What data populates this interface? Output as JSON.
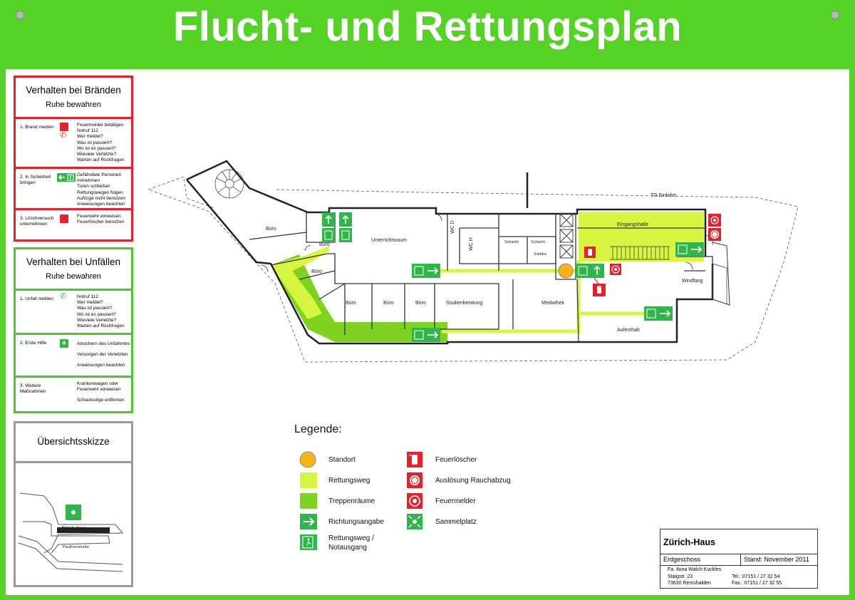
{
  "title": "Flucht- und Rettungsplan",
  "fire_panel": {
    "heading": "Verhalten bei Bränden",
    "subheading": "Ruhe bewahren",
    "steps": [
      {
        "label": "1. Brand melden",
        "text": [
          "Feuermelder betätigen",
          "Notruf 112",
          "Wer meldet?",
          "Was ist passiert?",
          "Wo ist es passiert?",
          "Wieviele Verletzte?",
          "Warten auf Rückfragen"
        ]
      },
      {
        "label": "2. In Sicherheit bringen",
        "text": [
          "Gefährdete Personen",
          "mitnehmen",
          "Türen schließen",
          "Rettungswegen folgen",
          "Aufzüge nicht benutzen",
          "Anweisungen beachten"
        ]
      },
      {
        "label": "3. Löschversuch unternehmen",
        "text": [
          "Feuerwehr einweisen",
          "Feuerlöscher benutzen"
        ]
      }
    ]
  },
  "accident_panel": {
    "heading": "Verhalten bei Unfällen",
    "subheading": "Ruhe bewahren",
    "steps": [
      {
        "label": "1. Unfall melden",
        "text": [
          "Notruf 112",
          "Wer meldet?",
          "Was ist passiert?",
          "Wo ist es passiert?",
          "Wieviele Verletzte?",
          "Warten auf Rückfragen"
        ]
      },
      {
        "label": "2. Erste Hilfe",
        "text": [
          "Absichern des Unfallortes",
          "Versorgen der Verletzten",
          "Anweisungen beachten"
        ]
      },
      {
        "label": "3. Weitere Maßnahmen",
        "text": [
          "Krankenwagen oder",
          "Feuerwehr einweisen",
          "Schaulustige entfernen"
        ]
      }
    ]
  },
  "overview_panel": {
    "heading": "Übersichtsskizze",
    "building_label": "Zürich-Haus",
    "street_label": "Paulinenstraße"
  },
  "rooms": {
    "buero": "Büro",
    "unterrichtsraum": "Unterrichtsraum",
    "wc_d": "WC D",
    "wc_h": "WC H",
    "schacht": "Schacht",
    "elektro": "Elektro",
    "eingangshalle": "Eingangshalle",
    "tg_einfahrt": "TG Einfahrt",
    "windfang": "Windfang",
    "studienberatung": "Studienberatung",
    "mediathek": "Mediathek",
    "aufenthalt": "Aufenthalt"
  },
  "legend": {
    "heading": "Legende:",
    "items": [
      {
        "label": "Standort",
        "color": "#f7b418"
      },
      {
        "label": "Rettungsweg",
        "color": "#d8f542"
      },
      {
        "label": "Treppenräume",
        "color": "#7ed321"
      },
      {
        "label": "Richtungsangabe",
        "icon": "arrow-right-icon"
      },
      {
        "label": "Rettungsweg /",
        "label2": "Notausgang",
        "icon": "emergency-exit-icon"
      },
      {
        "label": "Feuerlöscher",
        "icon": "fire-extinguisher-icon"
      },
      {
        "label": "Auslösung Rauchabzug",
        "icon": "smoke-vent-icon"
      },
      {
        "label": "Feuermelder",
        "icon": "fire-alarm-icon"
      },
      {
        "label": "Sammelplatz",
        "icon": "assembly-point-icon"
      }
    ]
  },
  "title_block": {
    "building": "Zürich-Haus",
    "floor": "Erdgeschoss",
    "date": "Stand: November 2011",
    "company": "Fa. Ilona Walch-Kuckles",
    "street": "Staigstr. 23",
    "city": "73630 Remshalden",
    "phone": "Tel.: 07151 / 27 32 54",
    "fax": "Fax.: 07151 / 27 32 55"
  },
  "colors": {
    "frame_green": "#54d226",
    "route_yellow": "#d8f542",
    "stair_green": "#7ed321",
    "sign_green": "#2fb54a",
    "fire_red": "#e8202a",
    "standort": "#f7b418"
  }
}
